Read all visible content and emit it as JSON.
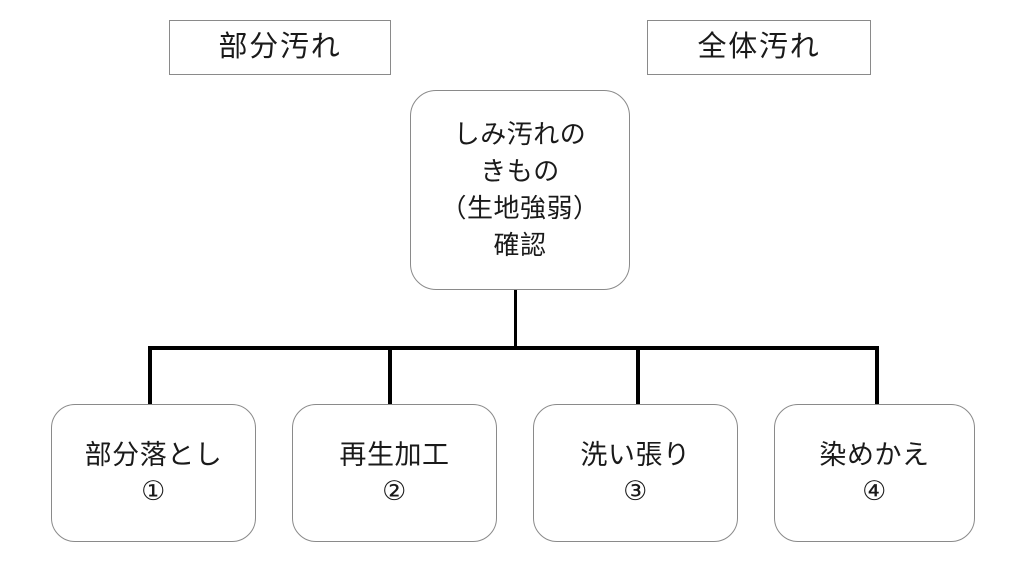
{
  "diagram": {
    "title_labels": [
      {
        "id": "partial-stain",
        "text": "部分汚れ"
      },
      {
        "id": "overall-stain",
        "text": "全体汚れ"
      }
    ],
    "root_node": {
      "id": "stained-kimono-check",
      "text": "しみ汚れの\nきもの\n（生地強弱）\n確認",
      "lines": [
        "しみ汚れの",
        "きもの",
        "（生地強弱）",
        "確認"
      ]
    },
    "leaf_nodes": [
      {
        "id": "partial-removal",
        "title": "部分落とし",
        "number": "①",
        "text": "部分落とし\n①"
      },
      {
        "id": "restoration-processing",
        "title": "再生加工",
        "number": "②",
        "text": "再生加工\n②"
      },
      {
        "id": "araihari",
        "title": "洗い張り",
        "number": "③",
        "text": "洗い張り\n③"
      },
      {
        "id": "redyeing",
        "title": "染めかえ",
        "number": "④",
        "text": "染めかえ\n④"
      }
    ],
    "colors": {
      "background": "#ffffff",
      "node_border": "#8a8a8a",
      "label_border": "#8a8a8a",
      "connector": "#000000",
      "text": "#1a1a1a"
    }
  }
}
